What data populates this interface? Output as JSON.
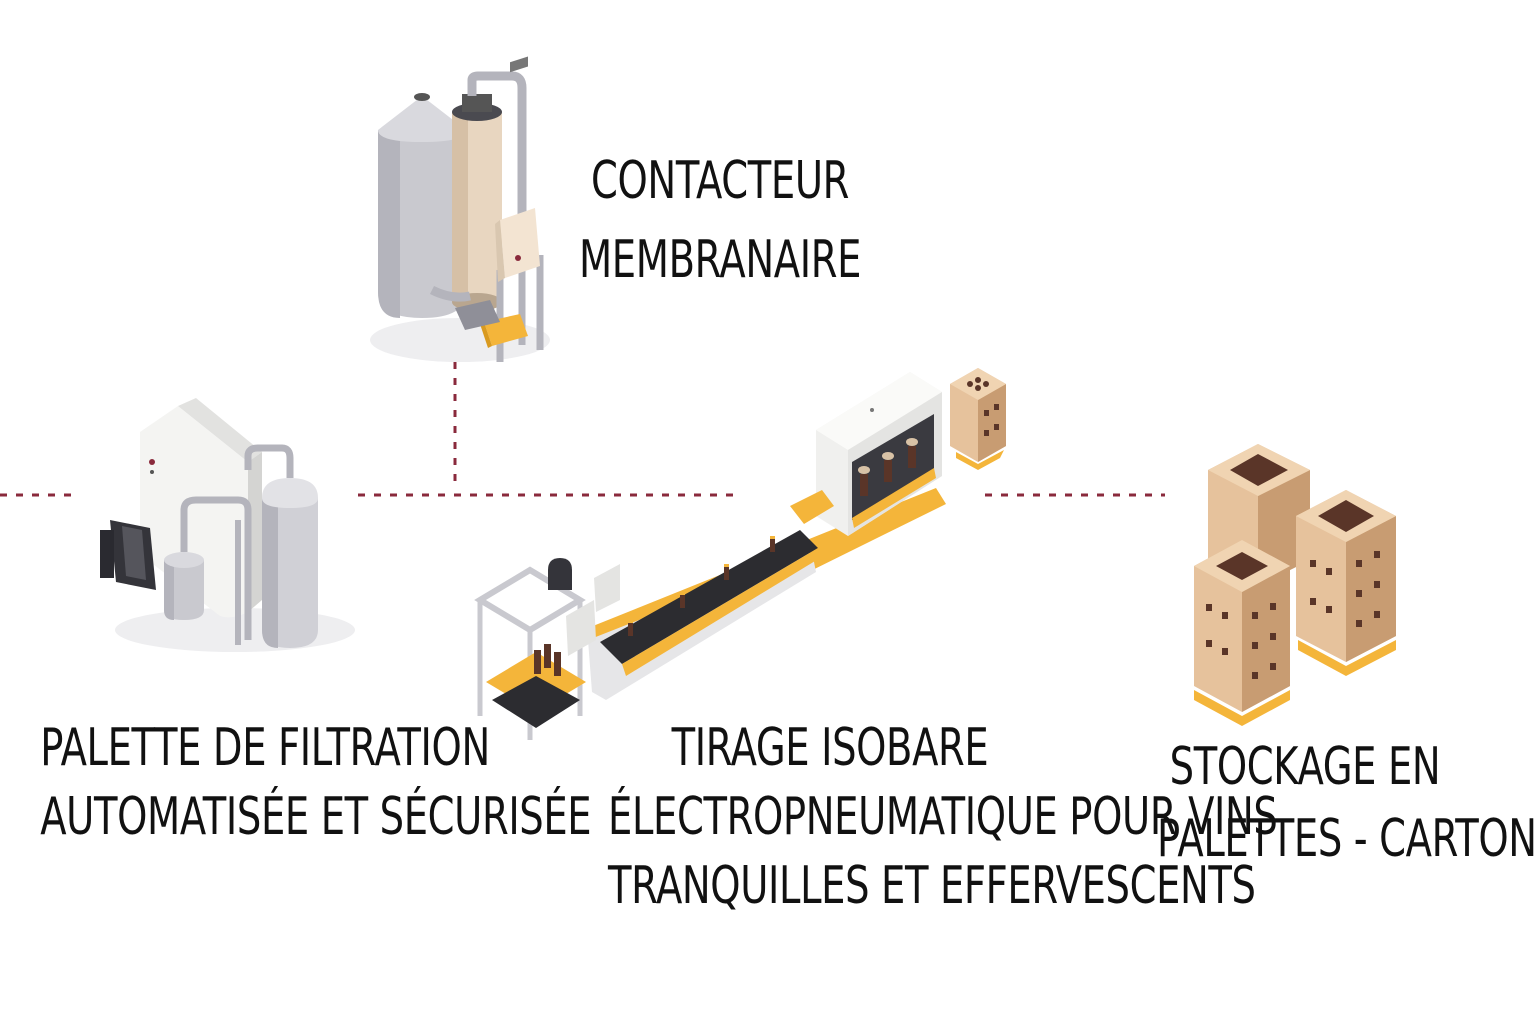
{
  "colors": {
    "connector": "#8a2a3c",
    "steel": "#c9c9cf",
    "steel_dark": "#8f8f98",
    "beige": "#e8d6c0",
    "yellow": "#f4b53a",
    "cardboard": "#e6c29c",
    "cardboard_dark": "#c89c72",
    "belt": "#2c2c30",
    "bottle": "#5a3528",
    "text": "#111111"
  },
  "stations": {
    "contacteur": {
      "icon": "membrane-contactor-icon",
      "lines": [
        "CONTACTEUR",
        "MEMBRANAIRE"
      ]
    },
    "filtration": {
      "icon": "filtration-pallet-icon",
      "lines": [
        "PALETTE DE FILTRATION",
        "AUTOMATISÉE ET SÉCURISÉE"
      ]
    },
    "tirage": {
      "icon": "isobaric-bottling-line-icon",
      "lines": [
        "TIRAGE ISOBARE",
        "ÉLECTROPNEUMATIQUE POUR VINS",
        "TRANQUILLES ET EFFERVESCENTS"
      ]
    },
    "stockage": {
      "icon": "pallet-cartons-icon",
      "lines": [
        "STOCKAGE EN",
        "PALETTES - CARTONS"
      ]
    }
  }
}
